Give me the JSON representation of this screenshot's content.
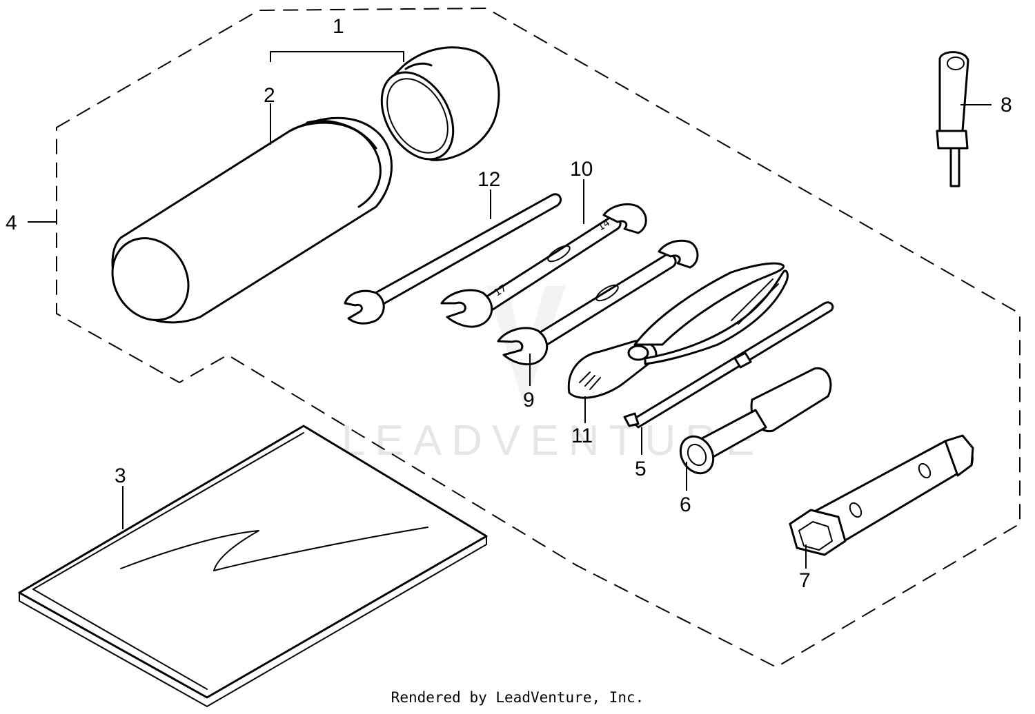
{
  "watermark": "LEADVENTURE",
  "credit": "Rendered by LeadVenture, Inc.",
  "callouts": {
    "c1": "1",
    "c2": "2",
    "c3": "3",
    "c4": "4",
    "c5": "5",
    "c6": "6",
    "c7": "7",
    "c8": "8",
    "c9": "9",
    "c10": "10",
    "c11": "11",
    "c12": "12"
  }
}
